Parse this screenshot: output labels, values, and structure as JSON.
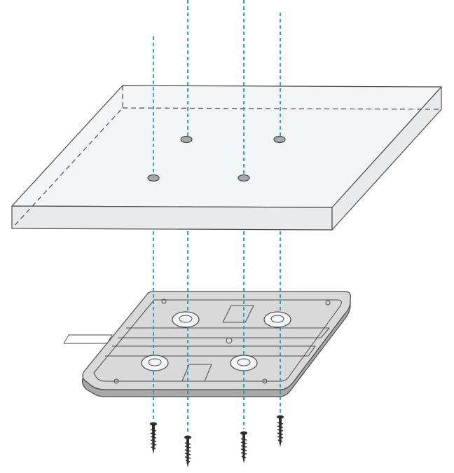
{
  "diagram": {
    "type": "exploded-mounting-assembly",
    "parts": [
      {
        "id": "mounting-surface",
        "kind": "board"
      },
      {
        "id": "mounting-bracket",
        "kind": "plate"
      },
      {
        "id": "screws",
        "kind": "screw",
        "count": 4
      }
    ],
    "mounting_holes": 4,
    "colors": {
      "guide_line": "#1a9bc9",
      "outline": "#4a4a4a",
      "board_face": "#f4f5f6",
      "board_side": "#e9eaec",
      "bracket_face": "#d9d9d9",
      "bracket_side": "#a8a8a8",
      "screw": "#2b2b2b",
      "background": "#ffffff"
    }
  }
}
